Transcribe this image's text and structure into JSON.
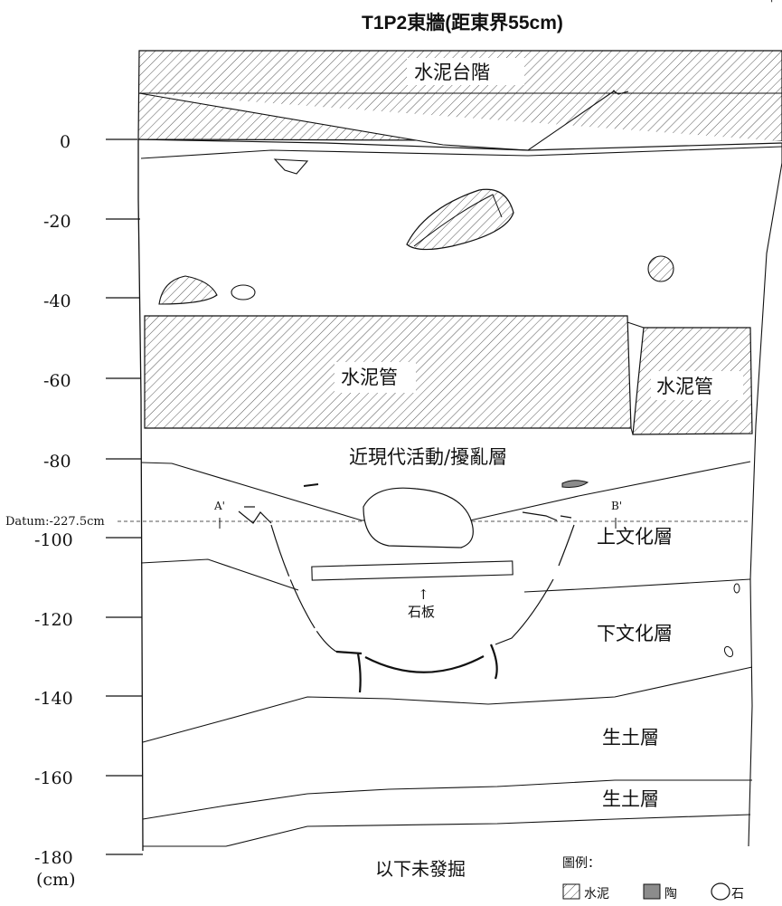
{
  "figure": {
    "title": "T1P2東牆(距東界55cm)",
    "top_right_mark": "'"
  },
  "depth_axis": {
    "ticks": [
      "0",
      "-20",
      "-40",
      "-60",
      "-80",
      "-100",
      "-120",
      "-140",
      "-160",
      "-180"
    ],
    "unit": "(cm)",
    "datum_label": "Datum:-227.5cm"
  },
  "layers": {
    "cement_steps": "水泥台階",
    "cement_pipe_main": "水泥管",
    "cement_pipe_side": "水泥管",
    "modern_disturbance": "近現代活動/擾亂層",
    "upper_culture": "上文化層",
    "lower_culture": "下文化層",
    "sterile_soil_1": "生土層",
    "sterile_soil_2": "生土層",
    "not_excavated": "以下未發掘"
  },
  "annotations": {
    "point_a": "A'",
    "point_b": "B'",
    "slab_arrow": "↑",
    "slab_label": "石板"
  },
  "legend": {
    "title": "圖例：",
    "items": [
      {
        "label": "水泥",
        "symbol": "hatch"
      },
      {
        "label": "陶",
        "symbol": "gray-fill"
      },
      {
        "label": "石",
        "symbol": "outline"
      }
    ]
  },
  "colors": {
    "line": "#111111",
    "hatch": "#444444",
    "pottery_fill": "#8c8c8c",
    "datum_line": "#555555"
  }
}
